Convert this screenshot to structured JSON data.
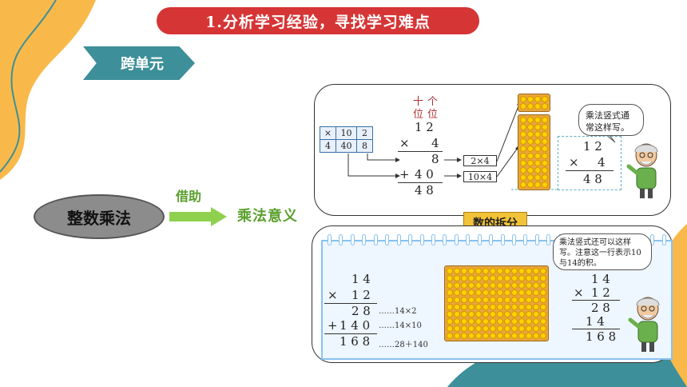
{
  "title": "1.分析学习经验，寻找学习难点",
  "tag": "跨单元",
  "concept": {
    "main": "整数乘法",
    "arrow_label": "借助",
    "target": "乘法意义"
  },
  "top_example": {
    "place_tens": "十",
    "place_ones": "个",
    "place_wei1": "位",
    "place_wei2": "位",
    "table_row1": [
      "×",
      "10",
      "2"
    ],
    "table_row2": [
      "4",
      "40",
      "8"
    ],
    "line_a": "1 2",
    "times": "×",
    "line_b": "4",
    "partial1": "8",
    "plus": "+",
    "partial2": "4 0",
    "result": "4 8",
    "expr1": "2×4",
    "expr2": "10×4",
    "bubble": "乘法竖式通常这样写。",
    "short_a": "1 2",
    "short_times": "×",
    "short_b": "4",
    "short_result": "4 8"
  },
  "split_label": "数的拆分",
  "bottom_example": {
    "line_a": "1 4",
    "times": "×",
    "line_b": "1 2",
    "partial1": "2 8",
    "note1": "……14×2",
    "plus": "+",
    "partial2": "1 4 0",
    "note2": "……14×10",
    "result": "1 6 8",
    "note3": "……28＋140",
    "bubble": "乘法竖式还可以这样写。注意这一行表示10与14的积。",
    "short_a": "1 4",
    "short_times": "×",
    "short_b": "1 2",
    "short_p1": "2 8",
    "short_p2": "1 4",
    "short_result": "1 6 8"
  },
  "colors": {
    "banner": "#d63535",
    "tag": "#3d8f99",
    "accent_green": "#5aa02c",
    "blob_orange": "#f9b94a",
    "blob_teal": "#3d8f99"
  }
}
